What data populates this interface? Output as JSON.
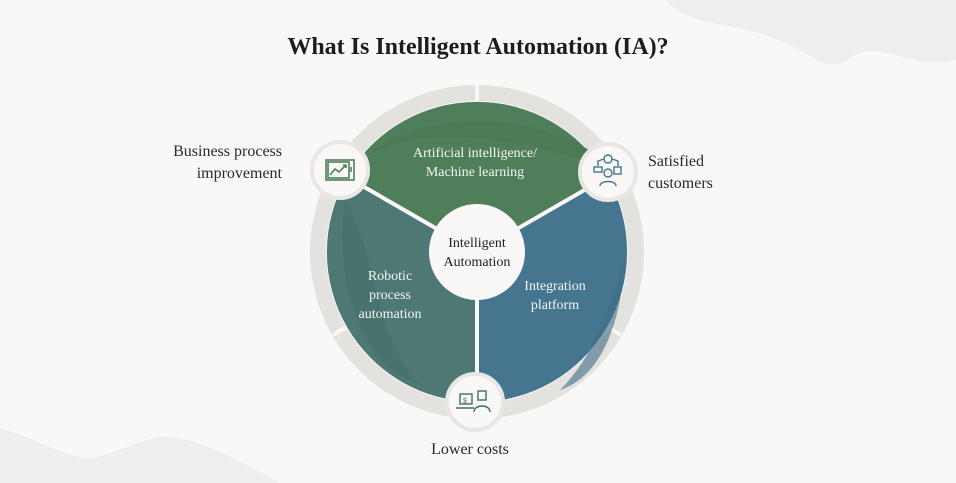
{
  "title": "What Is Intelligent Automation (IA)?",
  "center": {
    "line1": "Intelligent",
    "line2": "Automation"
  },
  "segments": [
    {
      "name": "ai-ml",
      "line1": "Artificial intelligence/",
      "line2": "Machine learning",
      "color": "#4f7f5a"
    },
    {
      "name": "integration",
      "line1": "Integration",
      "line2": "platform",
      "color": "#45758f"
    },
    {
      "name": "rpa",
      "line1": "Robotic",
      "line2": "process",
      "line3": "automation",
      "color": "#4e7873"
    }
  ],
  "outcomes": [
    {
      "name": "business-process-improvement",
      "line1": "Business process",
      "line2": "improvement",
      "icon": "chart-trend-icon"
    },
    {
      "name": "satisfied-customers",
      "line1": "Satisfied",
      "line2": "customers",
      "icon": "customer-feedback-icon"
    },
    {
      "name": "lower-costs",
      "line1": "Lower costs",
      "icon": "cost-savings-icon"
    }
  ],
  "colors": {
    "background": "#f9f8f6",
    "ring": "#e4e2de",
    "icon_green": "#4f7f5a",
    "icon_blue": "#45758f",
    "icon_teal": "#3f6e66"
  }
}
